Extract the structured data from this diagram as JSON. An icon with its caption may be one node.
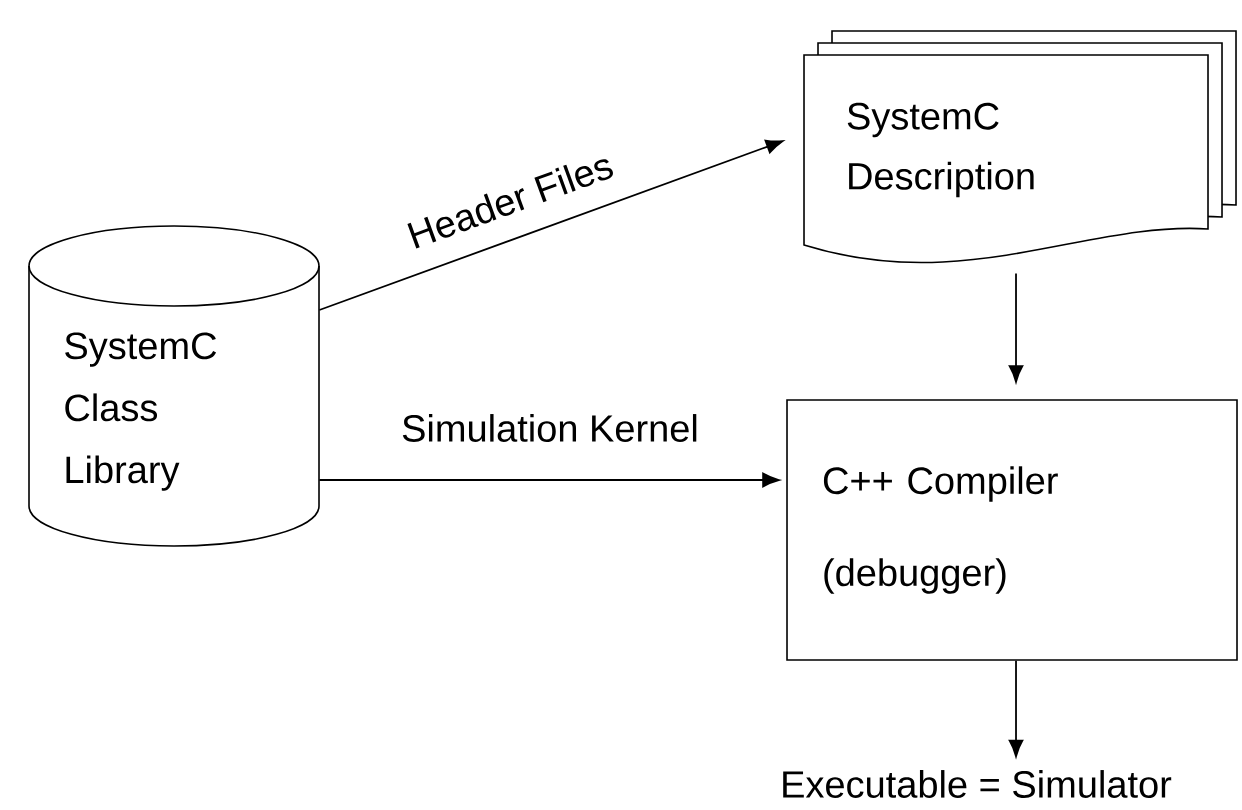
{
  "diagram": {
    "nodes": [
      {
        "text": [
          "SystemC Class Library"
        ]
      },
      {
        "text": [
          "SystemC Description"
        ]
      },
      {
        "text": [
          "C++ Compiler",
          "(debugger)"
        ]
      },
      {
        "text": [
          "Executable = Simulator"
        ]
      }
    ],
    "edges": [
      {
        "from": 0,
        "to": 1,
        "arrow": "to",
        "label": "Header Files"
      },
      {
        "from": 0,
        "to": 2,
        "arrow": "to",
        "label": "Simulation Kernel"
      },
      {
        "from": 1,
        "to": 2,
        "arrow": "to"
      },
      {
        "from": 2,
        "to": 3,
        "arrow": "to"
      }
    ]
  }
}
